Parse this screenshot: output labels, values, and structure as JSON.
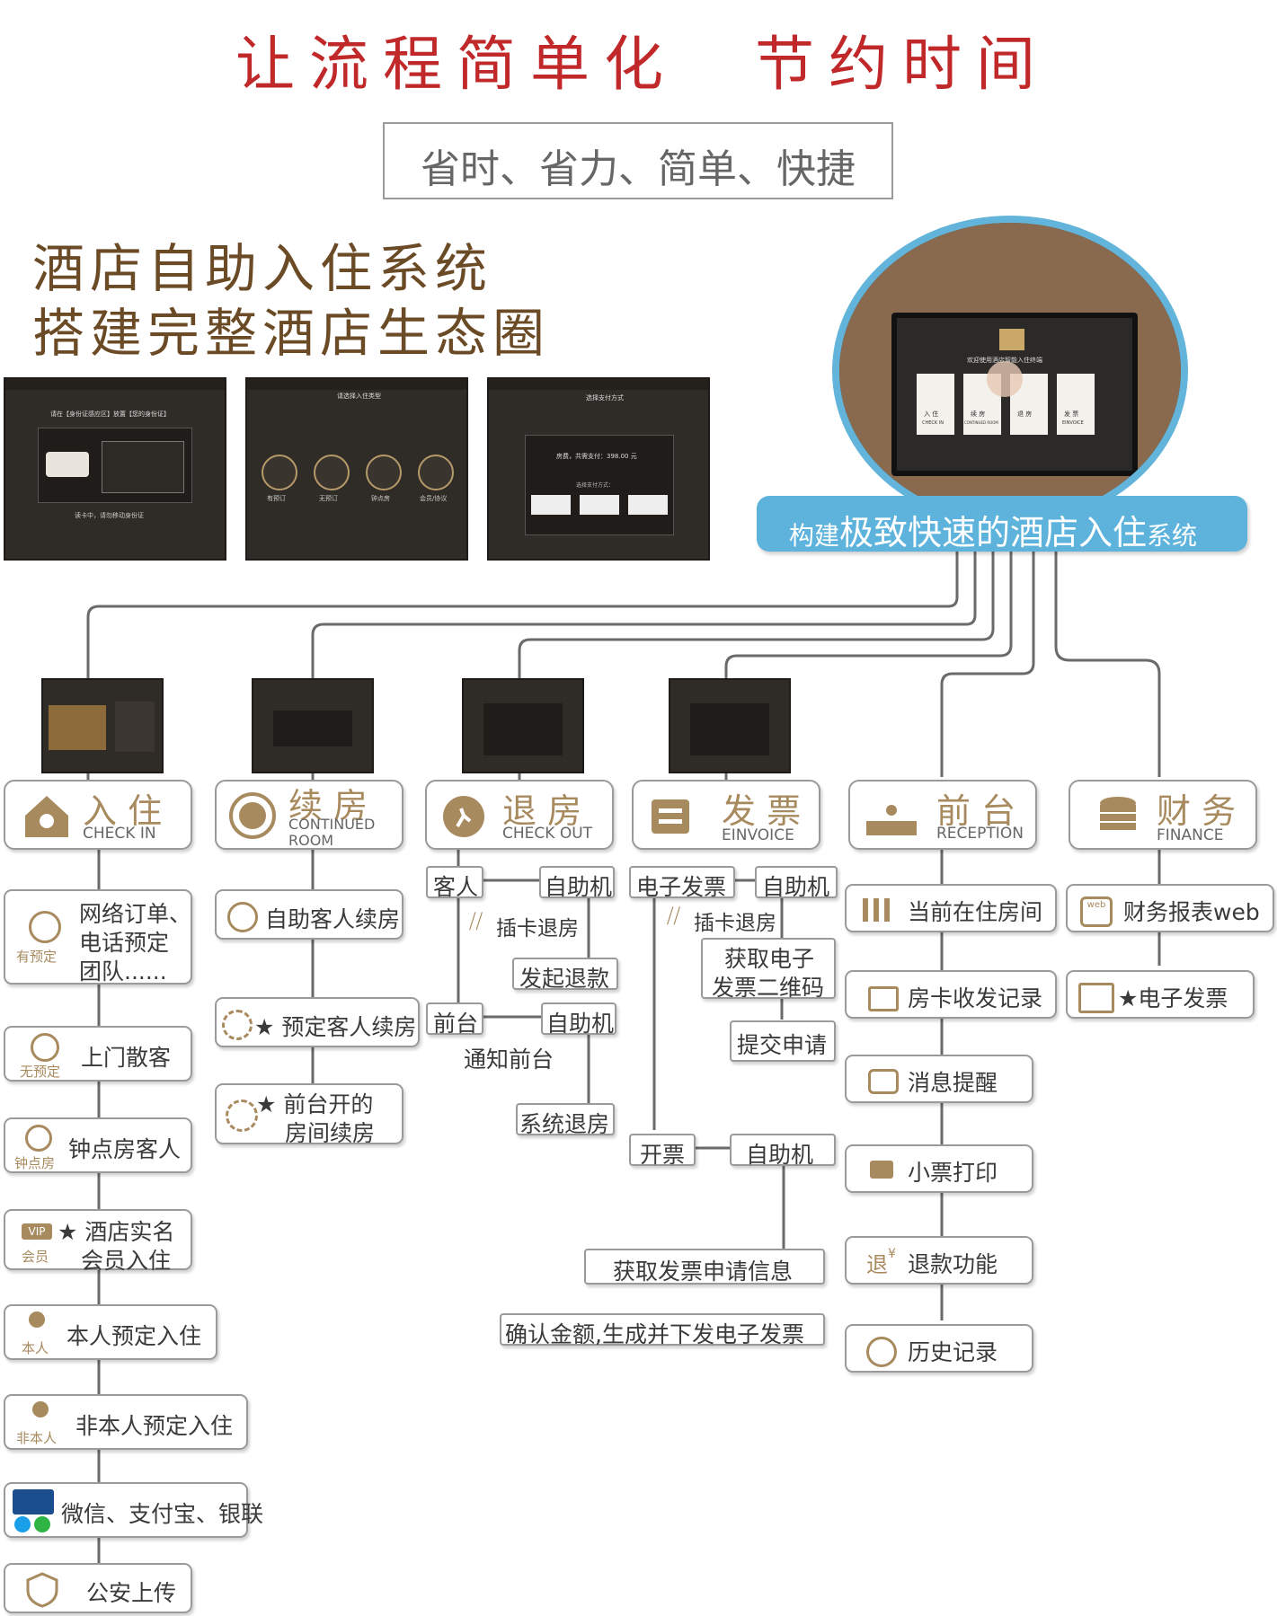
{
  "header": {
    "main_left": "让流程简单化",
    "main_right": "节约时间",
    "subtitle": "省时、省力、简单、快捷",
    "left_line1": "酒店自助入住系统",
    "left_line2": "搭建完整酒店生态圈"
  },
  "kiosk": {
    "banner_prefix": "构建",
    "banner_main": "极致快速的酒店入住",
    "banner_suffix": "系统",
    "screen_title": "欢迎使用酒店智能入住终端",
    "tiles": [
      {
        "cn": "入 住",
        "en": "CHECK IN"
      },
      {
        "cn": "续 房",
        "en": "CONTINUED ROOM"
      },
      {
        "cn": "退 房",
        "en": ""
      },
      {
        "cn": "发 票",
        "en": "EINVOICE"
      }
    ]
  },
  "screens": {
    "s1_text": "请在【身份证感应区】放置【您的身份证】",
    "s1_reading": "读卡中，请勿移动身份证",
    "s2_title": "请选择入住类型",
    "s2_items": [
      "有预订",
      "无预订",
      "钟点房",
      "会员/协议"
    ],
    "s3_title": "选择支付方式",
    "s3_price": "房费，共需支付：398.00 元",
    "s3_sub": "选择支付方式："
  },
  "modules": {
    "checkin": {
      "cn": "入 住",
      "en": "CHECK IN"
    },
    "renew": {
      "cn": "续 房",
      "en1": "CONTINUED",
      "en2": "ROOM"
    },
    "checkout": {
      "cn": "退 房",
      "en": "CHECK OUT"
    },
    "invoice": {
      "cn": "发 票",
      "en": "EINVOICE"
    },
    "reception": {
      "cn": "前 台",
      "en": "RECEPTION"
    },
    "finance": {
      "cn": "财 务",
      "en": "FINANCE"
    }
  },
  "checkin_items": [
    {
      "tag": "有预定",
      "text1": "网络订单、",
      "text2": "电话预定",
      "text3": "团队......"
    },
    {
      "tag": "无预定",
      "text1": "上门散客"
    },
    {
      "tag": "钟点房",
      "text1": "钟点房客人"
    },
    {
      "tag": "会员",
      "text1": "★ 酒店实名",
      "text2": "会员入住"
    },
    {
      "tag": "本人",
      "text1": "本人预定入住"
    },
    {
      "tag": "非本人",
      "text1": "非本人预定入住"
    },
    {
      "tag": "",
      "text1": "微信、支付宝、银联"
    },
    {
      "tag": "",
      "text1": "公安上传"
    }
  ],
  "renew_items": [
    "自助客人续房",
    "★ 预定客人续房",
    "★ 前台开的",
    "房间续房"
  ],
  "checkout_flow": {
    "guest": "客人",
    "kiosk1": "自助机",
    "insert": "插卡退房",
    "refund": "发起退款",
    "front": "前台",
    "kiosk2": "自助机",
    "notify": "通知前台",
    "system": "系统退房"
  },
  "invoice_flow": {
    "einvoice": "电子发票",
    "kiosk1": "自助机",
    "insert": "插卡退房",
    "qr1": "获取电子",
    "qr2": "发票二维码",
    "submit": "提交申请",
    "issue": "开票",
    "kiosk2": "自助机",
    "get_info": "获取发票申请信息",
    "confirm": "确认金额,生成并下发电子发票"
  },
  "reception_items": [
    "当前在住房间",
    "房卡收发记录",
    "消息提醒",
    "小票打印",
    "退款功能",
    "历史记录"
  ],
  "finance_items": [
    "财务报表web",
    "★电子发票"
  ],
  "colors": {
    "red": "#c0282a",
    "brown": "#6b4a26",
    "gold": "#a88a5f",
    "blue": "#5db3dc",
    "line": "#6a6a6a"
  }
}
